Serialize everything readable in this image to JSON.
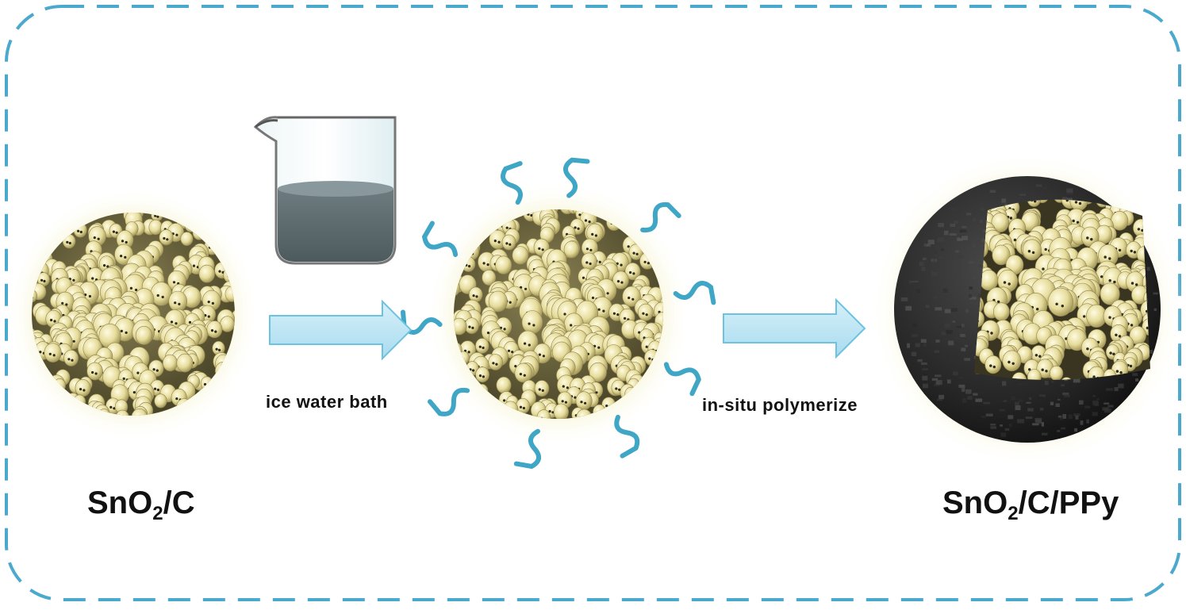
{
  "frame": {
    "border_color": "#4aa9cc"
  },
  "steps": {
    "step1": "ice water bath",
    "step2": "in-situ polymerize"
  },
  "materials": {
    "start": {
      "pre": "SnO",
      "sub": "2",
      "post": "/C"
    },
    "end": {
      "pre": "SnO",
      "sub": "2",
      "post": "/C/PPy"
    }
  },
  "colors": {
    "particle": "#e9e2a6",
    "particle_shadow": "#b3a86a",
    "glow": "#f6f2c8",
    "polymer_chain": "#3fa6c6",
    "arrow_fill": "#bfe6f4",
    "arrow_stroke": "#6cc3e0",
    "ppy_shell": "#2b2b2b",
    "beaker_liquid": "#5f6e72"
  },
  "icons": {
    "beaker": "beaker-icon",
    "arrow": "right-arrow-icon"
  }
}
